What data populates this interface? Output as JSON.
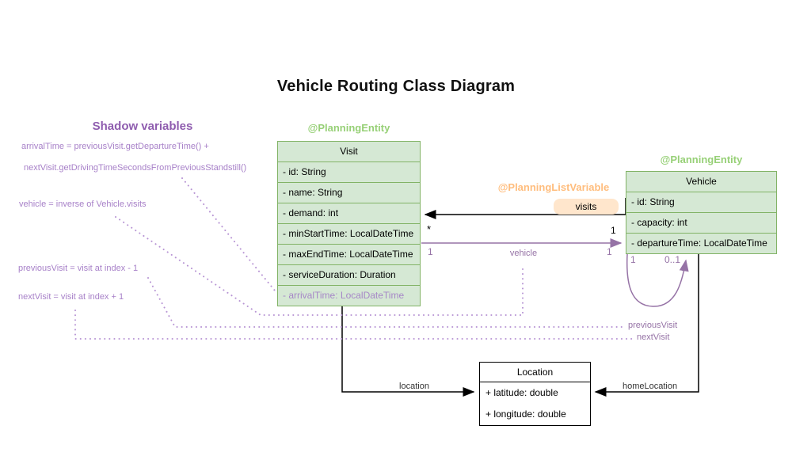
{
  "title": "Vehicle Routing Class Diagram",
  "shadow_notes": {
    "heading": "Shadow variables",
    "arrival_line1": "arrivalTime = previousVisit.getDepartureTime() +",
    "arrival_line2": "nextVisit.getDrivingTimeSecondsFromPreviousStandstill()",
    "vehicle_note": "vehicle = inverse of Vehicle.visits",
    "previous_note": "previousVisit = visit at index - 1",
    "next_note": "nextVisit = visit at index + 1"
  },
  "classes": {
    "visit": {
      "annotation": "@PlanningEntity",
      "name": "Visit",
      "fields": [
        "- id: String",
        "- name: String",
        "- demand: int",
        "- minStartTime: LocalDateTime",
        "- maxEndTime: LocalDateTime",
        "- serviceDuration: Duration",
        "- arrivalTime: LocalDateTime"
      ]
    },
    "vehicle": {
      "annotation": "@PlanningEntity",
      "name": "Vehicle",
      "fields": [
        "- id: String",
        "- capacity: int",
        "- departureTime: LocalDateTime"
      ]
    },
    "location": {
      "name": "Location",
      "fields": [
        "+ latitude: double",
        "+ longitude: double"
      ]
    }
  },
  "associations": {
    "visits": {
      "annotation": "@PlanningListVariable",
      "label": "visits",
      "visit_multiplicity": "*",
      "vehicle_multiplicity": "1"
    },
    "vehicle": {
      "label": "vehicle",
      "left_multiplicity": "1",
      "right_multiplicity": "1"
    },
    "chain": {
      "previous_label": "previousVisit",
      "next_label": "nextVisit",
      "left_multiplicity": "1",
      "right_multiplicity": "0..1"
    },
    "location": {
      "label": "location"
    },
    "home_location": {
      "label": "homeLocation"
    }
  },
  "colors": {
    "green_fill": "#d5e8d4",
    "green_border": "#82b366",
    "green_annotation": "#97d077",
    "orange_fill": "#ffe6cc",
    "orange_annotation": "#ffbd7d",
    "purple_line": "#9673a6",
    "purple_note": "#a780c8",
    "black_line": "#000000"
  }
}
